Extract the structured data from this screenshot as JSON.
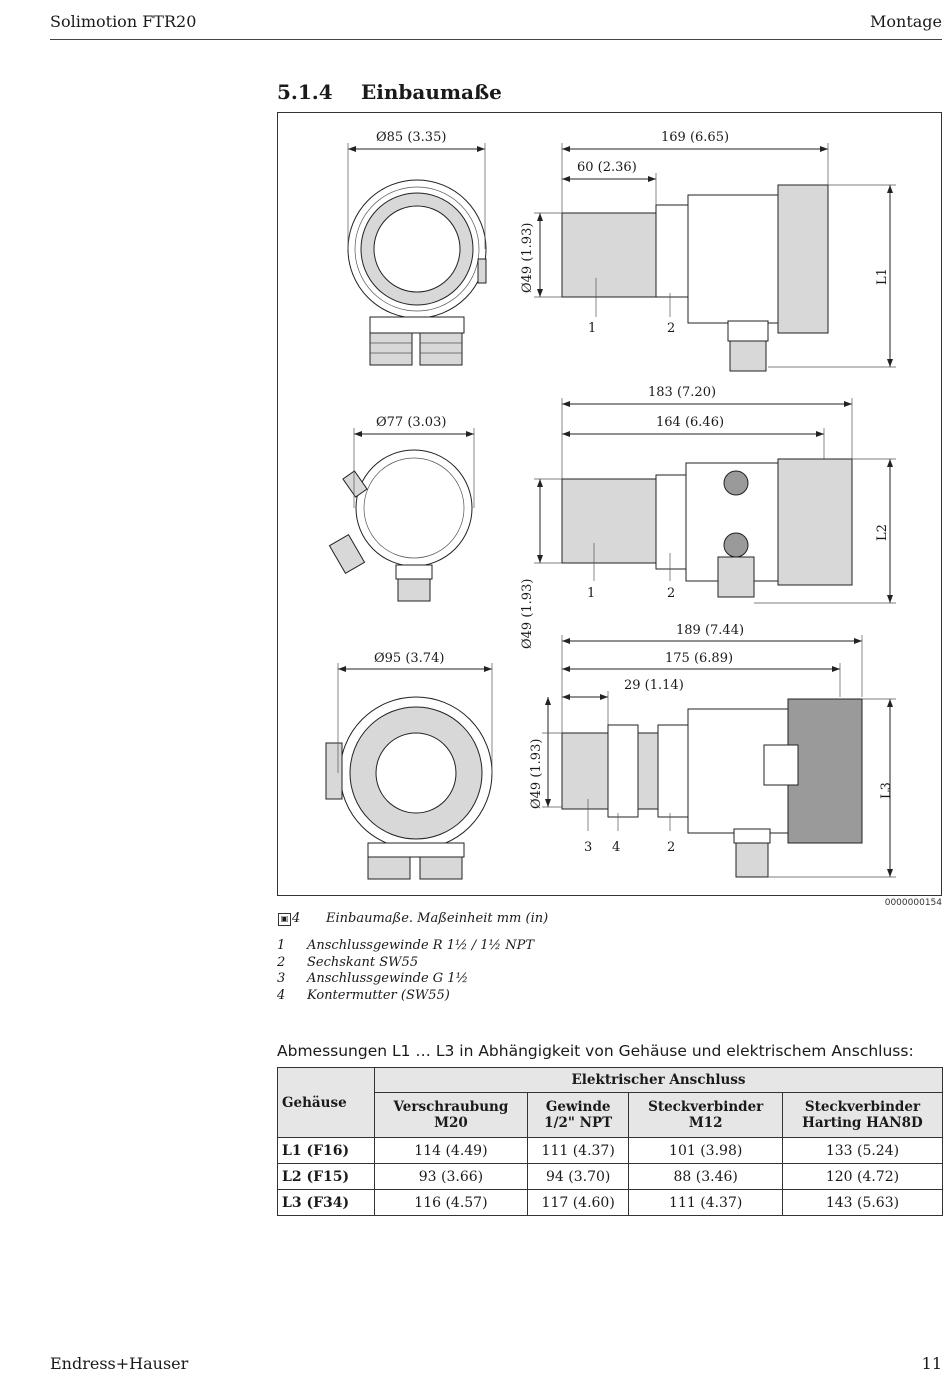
{
  "header": {
    "doc_title": "Solimotion FTR20",
    "chapter": "Montage"
  },
  "section": {
    "number": "5.1.4",
    "title": "Einbaumaße"
  },
  "figure": {
    "code": "0000000154",
    "number": "4",
    "caption": "Einbaumaße. Maßeinheit mm (in)",
    "icon": "figure-icon",
    "dims": {
      "d85": "Ø85 (3.35)",
      "d169": "169 (6.65)",
      "d60": "60 (2.36)",
      "d49a": "Ø49 (1.93)",
      "L1": "L1",
      "d183": "183 (7.20)",
      "d164": "164 (6.46)",
      "d77": "Ø77 (3.03)",
      "L2": "L2",
      "d49b": "Ø49 (1.93)",
      "d189": "189 (7.44)",
      "d175": "175 (6.89)",
      "d95": "Ø95 (3.74)",
      "d29": "29 (1.14)",
      "d49c": "Ø49 (1.93)",
      "L3": "L3"
    },
    "callouts": {
      "a1": "1",
      "a2": "2",
      "b1": "1",
      "b2": "2",
      "c3": "3",
      "c4": "4",
      "c2": "2"
    }
  },
  "legend": [
    {
      "n": "1",
      "text": "Anschlussgewinde R 1½ / 1½ NPT"
    },
    {
      "n": "2",
      "text": "Sechskant SW55"
    },
    {
      "n": "3",
      "text": "Anschlussgewinde G 1½"
    },
    {
      "n": "4",
      "text": "Kontermutter (SW55)"
    }
  ],
  "intro": "Abmessungen L1 … L3 in Abhängigkeit von Gehäuse und elektrischem Anschluss:",
  "table": {
    "col_gehaeuse": "Gehäuse",
    "group": "Elektrischer Anschluss",
    "cols": [
      {
        "l1": "Verschraubung",
        "l2": "M20"
      },
      {
        "l1": "Gewinde",
        "l2": "1/2\" NPT"
      },
      {
        "l1": "Steckverbinder",
        "l2": "M12"
      },
      {
        "l1": "Steckverbinder",
        "l2": "Harting HAN8D"
      }
    ],
    "rows": [
      {
        "label": "L1 (F16)",
        "values": [
          "114 (4.49)",
          "111 (4.37)",
          "101 (3.98)",
          "133 (5.24)"
        ]
      },
      {
        "label": "L2 (F15)",
        "values": [
          "93 (3.66)",
          "94 (3.70)",
          "88 (3.46)",
          "120 (4.72)"
        ]
      },
      {
        "label": "L3 (F34)",
        "values": [
          "116 (4.57)",
          "117 (4.60)",
          "111 (4.37)",
          "143 (5.63)"
        ]
      }
    ]
  },
  "footer": {
    "brand": "Endress+Hauser",
    "page": "11"
  }
}
